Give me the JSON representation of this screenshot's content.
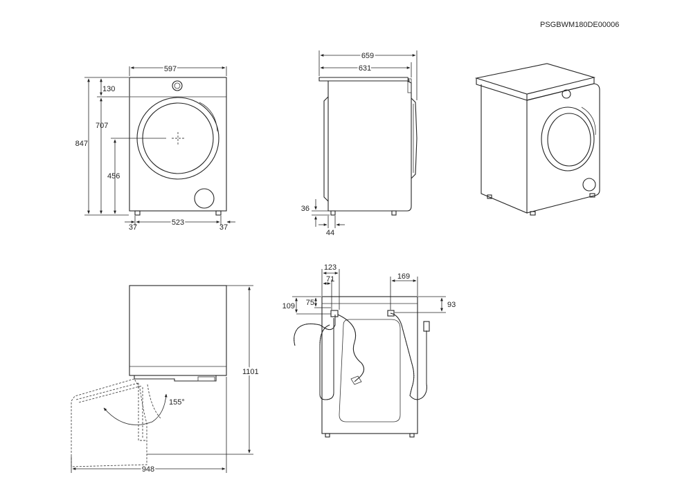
{
  "document_code": "PSGBWM180DE00006",
  "front_view": {
    "width": "597",
    "height": "847",
    "top_panel": "130",
    "door_top": "707",
    "door_center": "456",
    "foot_left": "37",
    "foot_span": "523",
    "foot_right": "37"
  },
  "side_view": {
    "depth_total": "659",
    "depth_body": "631",
    "foot_height": "36",
    "foot_offset": "44"
  },
  "door_view": {
    "door_angle": "155°",
    "height_open": "1101",
    "depth_open": "948"
  },
  "rear_view": {
    "drain_offset": "123",
    "drain_center": "71",
    "drain_height_1": "109",
    "drain_height_2": "75",
    "inlet_offset": "169",
    "inlet_height": "93"
  }
}
